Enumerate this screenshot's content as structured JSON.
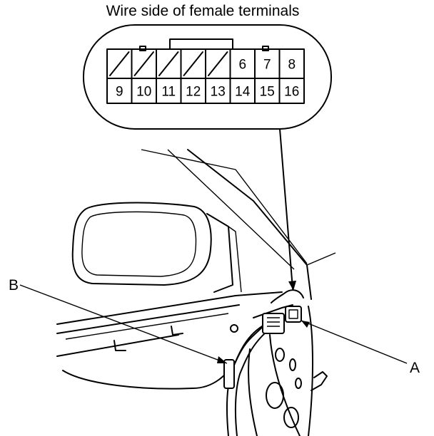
{
  "title": "Wire side of female terminals",
  "connector": {
    "top_row": [
      "",
      "",
      "",
      "",
      "",
      "6",
      "7",
      "8"
    ],
    "bottom_row": [
      "9",
      "10",
      "11",
      "12",
      "13",
      "14",
      "15",
      "16"
    ]
  },
  "callouts": {
    "a": "A",
    "b": "B"
  }
}
